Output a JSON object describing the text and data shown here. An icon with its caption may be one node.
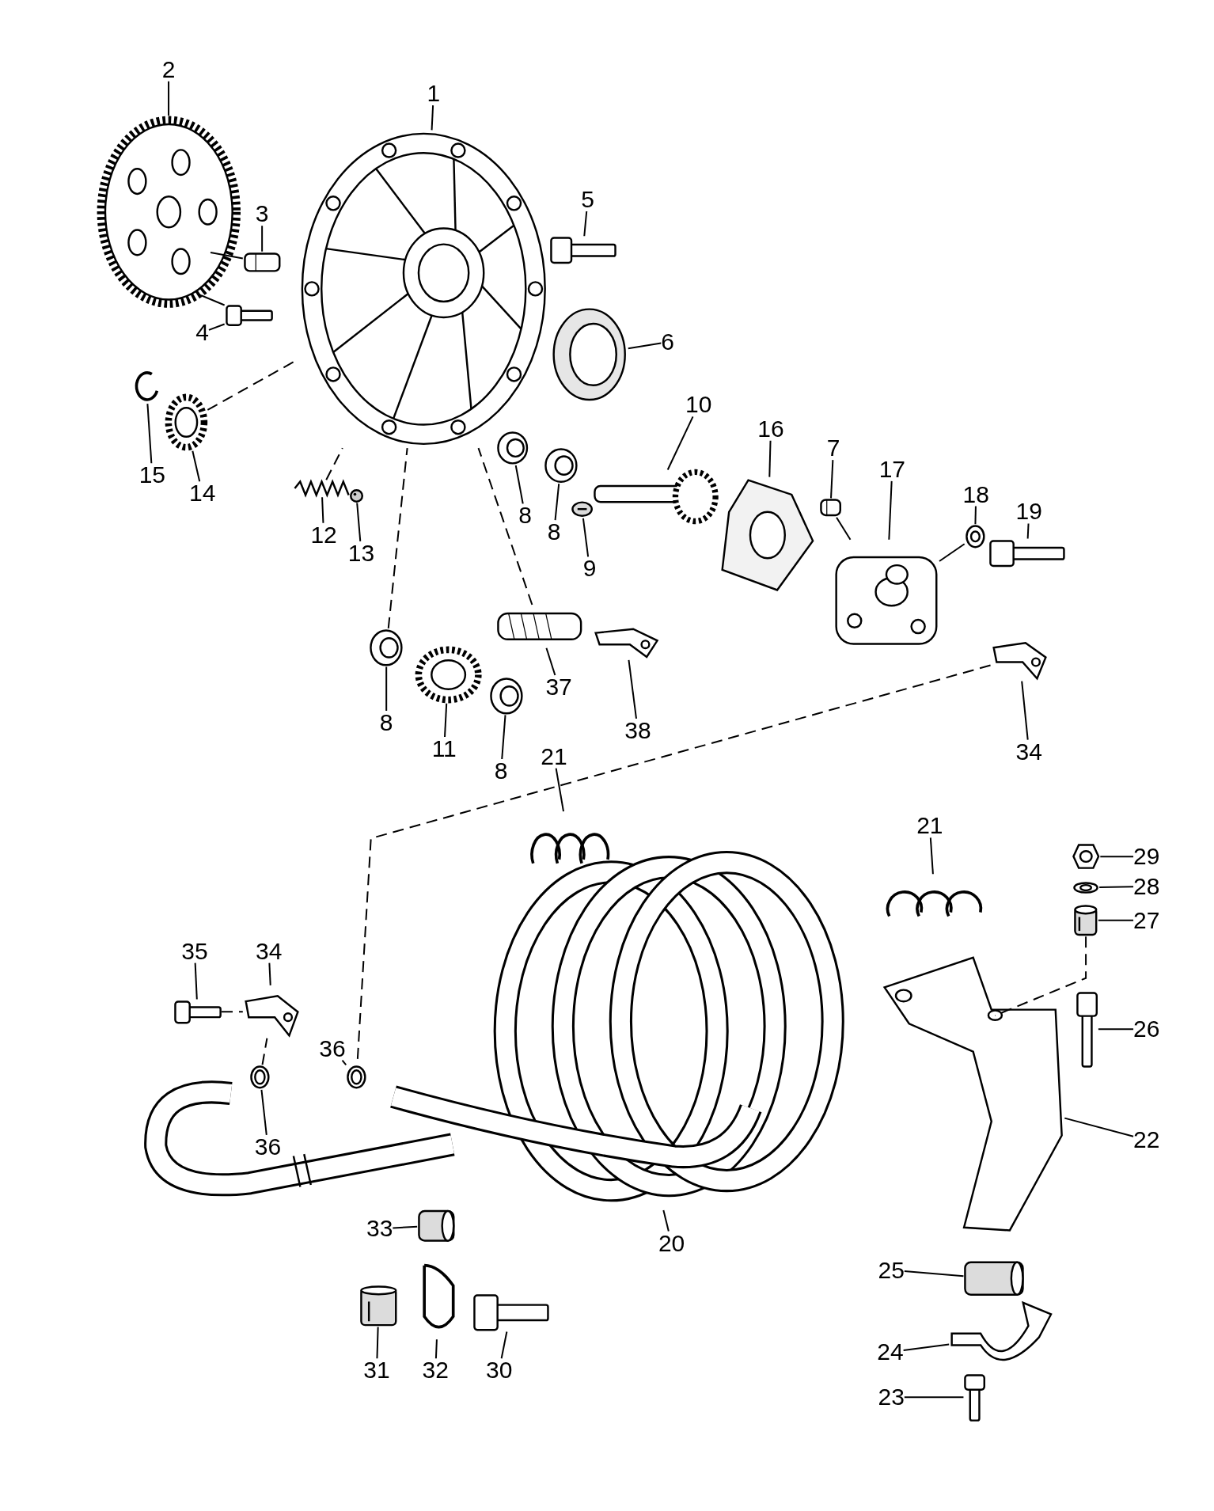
{
  "diagram": {
    "nodes": [
      {
        "text": [
          "1"
        ]
      },
      {
        "text": [],
        "shape": "picture"
      },
      {
        "text": [
          "2"
        ]
      },
      {
        "text": [],
        "shape": "picture"
      },
      {
        "text": [
          "3"
        ]
      },
      {
        "text": [],
        "shape": "picture"
      },
      {
        "text": [
          "4"
        ]
      },
      {
        "text": [],
        "shape": "picture"
      },
      {
        "text": [
          "5"
        ]
      },
      {
        "text": [],
        "shape": "picture"
      },
      {
        "text": [
          "6"
        ]
      },
      {
        "text": [],
        "shape": "picture"
      },
      {
        "text": [
          "7"
        ]
      },
      {
        "text": [],
        "shape": "picture"
      },
      {
        "text": [
          "8"
        ]
      },
      {
        "text": [],
        "shape": "picture"
      },
      {
        "text": [
          "8"
        ]
      },
      {
        "text": [],
        "shape": "picture"
      },
      {
        "text": [
          "9"
        ]
      },
      {
        "text": [],
        "shape": "picture"
      },
      {
        "text": [
          "10"
        ]
      },
      {
        "text": [],
        "shape": "picture"
      },
      {
        "text": [
          "11"
        ]
      },
      {
        "text": [],
        "shape": "picture"
      },
      {
        "text": [
          "12"
        ]
      },
      {
        "text": [],
        "shape": "picture"
      },
      {
        "text": [
          "13"
        ]
      },
      {
        "text": [],
        "shape": "picture"
      },
      {
        "text": [
          "14"
        ]
      },
      {
        "text": [],
        "shape": "picture"
      },
      {
        "text": [
          "15"
        ]
      },
      {
        "text": [],
        "shape": "picture"
      },
      {
        "text": [
          "16"
        ]
      },
      {
        "text": [],
        "shape": "picture"
      },
      {
        "text": [
          "17"
        ]
      },
      {
        "text": [],
        "shape": "picture"
      },
      {
        "text": [
          "18"
        ]
      },
      {
        "text": [],
        "shape": "picture"
      },
      {
        "text": [
          "19"
        ]
      },
      {
        "text": [],
        "shape": "picture"
      },
      {
        "text": [
          "20"
        ]
      },
      {
        "text": [],
        "shape": "picture"
      },
      {
        "text": [
          "21"
        ]
      },
      {
        "text": [],
        "shape": "picture"
      },
      {
        "text": [
          "21"
        ]
      },
      {
        "text": [],
        "shape": "picture"
      },
      {
        "text": [
          "22"
        ]
      },
      {
        "text": [],
        "shape": "picture"
      },
      {
        "text": [
          "23"
        ]
      },
      {
        "text": [],
        "shape": "picture"
      },
      {
        "text": [
          "24"
        ]
      },
      {
        "text": [],
        "shape": "picture"
      },
      {
        "text": [
          "25"
        ]
      },
      {
        "text": [],
        "shape": "picture"
      },
      {
        "text": [
          "26"
        ]
      },
      {
        "text": [],
        "shape": "picture"
      },
      {
        "text": [
          "27"
        ]
      },
      {
        "text": [],
        "shape": "picture"
      },
      {
        "text": [
          "28"
        ]
      },
      {
        "text": [],
        "shape": "picture"
      },
      {
        "text": [
          "29"
        ]
      },
      {
        "text": [],
        "shape": "picture"
      },
      {
        "text": [
          "30"
        ]
      },
      {
        "text": [],
        "shape": "picture"
      },
      {
        "text": [
          "31"
        ]
      },
      {
        "text": [],
        "shape": "picture"
      },
      {
        "text": [
          "32"
        ]
      },
      {
        "text": [],
        "shape": "picture"
      },
      {
        "text": [
          "33"
        ]
      },
      {
        "text": [],
        "shape": "picture"
      },
      {
        "text": [
          "34"
        ]
      },
      {
        "text": [],
        "shape": "picture"
      },
      {
        "text": [
          "34"
        ]
      },
      {
        "text": [],
        "shape": "picture"
      },
      {
        "text": [
          "35"
        ]
      },
      {
        "text": [],
        "shape": "picture"
      },
      {
        "text": [
          "36"
        ]
      },
      {
        "text": [],
        "shape": "picture"
      },
      {
        "text": [
          "36"
        ]
      },
      {
        "text": [],
        "shape": "picture"
      },
      {
        "text": [
          "37"
        ]
      },
      {
        "text": [],
        "shape": "picture"
      },
      {
        "text": [
          "38"
        ]
      },
      {
        "text": [],
        "shape": "picture"
      },
      {
        "text": [
          "8"
        ]
      },
      {
        "text": [],
        "shape": "picture"
      },
      {
        "text": [
          "8"
        ]
      },
      {
        "text": [],
        "shape": "picture"
      }
    ],
    "edges": [
      {
        "from": 0,
        "to": 1,
        "arrow": "none"
      },
      {
        "from": 2,
        "to": 3,
        "arrow": "none"
      },
      {
        "from": 4,
        "to": 5,
        "arrow": "none"
      },
      {
        "from": 6,
        "to": 7,
        "arrow": "none"
      },
      {
        "from": 8,
        "to": 9,
        "arrow": "none"
      },
      {
        "from": 10,
        "to": 11,
        "arrow": "none"
      },
      {
        "from": 12,
        "to": 13,
        "arrow": "none"
      },
      {
        "from": 14,
        "to": 15,
        "arrow": "none"
      },
      {
        "from": 16,
        "to": 17,
        "arrow": "none"
      },
      {
        "from": 18,
        "to": 19,
        "arrow": "none"
      },
      {
        "from": 20,
        "to": 21,
        "arrow": "none"
      },
      {
        "from": 22,
        "to": 23,
        "arrow": "none"
      },
      {
        "from": 24,
        "to": 25,
        "arrow": "none"
      },
      {
        "from": 26,
        "to": 27,
        "arrow": "none"
      },
      {
        "from": 28,
        "to": 29,
        "arrow": "none"
      },
      {
        "from": 30,
        "to": 31,
        "arrow": "none"
      },
      {
        "from": 32,
        "to": 33,
        "arrow": "none"
      },
      {
        "from": 34,
        "to": 35,
        "arrow": "none"
      },
      {
        "from": 36,
        "to": 37,
        "arrow": "none"
      },
      {
        "from": 38,
        "to": 39,
        "arrow": "none"
      },
      {
        "from": 40,
        "to": 41,
        "arrow": "none"
      },
      {
        "from": 42,
        "to": 43,
        "arrow": "none"
      },
      {
        "from": 44,
        "to": 45,
        "arrow": "none"
      },
      {
        "from": 46,
        "to": 47,
        "arrow": "none"
      },
      {
        "from": 48,
        "to": 49,
        "arrow": "none"
      },
      {
        "from": 50,
        "to": 51,
        "arrow": "none"
      },
      {
        "from": 52,
        "to": 53,
        "arrow": "none"
      },
      {
        "from": 54,
        "to": 55,
        "arrow": "none"
      },
      {
        "from": 56,
        "to": 57,
        "arrow": "none"
      },
      {
        "from": 58,
        "to": 59,
        "arrow": "none"
      },
      {
        "from": 60,
        "to": 61,
        "arrow": "none"
      },
      {
        "from": 62,
        "to": 63,
        "arrow": "none"
      },
      {
        "from": 64,
        "to": 65,
        "arrow": "none"
      },
      {
        "from": 66,
        "to": 67,
        "arrow": "none"
      },
      {
        "from": 68,
        "to": 69,
        "arrow": "none"
      },
      {
        "from": 70,
        "to": 71,
        "arrow": "none"
      },
      {
        "from": 72,
        "to": 73,
        "arrow": "none"
      },
      {
        "from": 74,
        "to": 75,
        "arrow": "none"
      },
      {
        "from": 76,
        "to": 77,
        "arrow": "none"
      },
      {
        "from": 78,
        "to": 79,
        "arrow": "none"
      },
      {
        "from": 80,
        "to": 81,
        "arrow": "none"
      },
      {
        "from": 82,
        "to": 83,
        "arrow": "none"
      },
      {
        "from": 84,
        "to": 85,
        "arrow": "none"
      },
      {
        "from": 86,
        "to": 87,
        "arrow": "none"
      },
      {
        "from": 29,
        "to": 1,
        "arrow": "none",
        "style": "dashed"
      },
      {
        "from": 25,
        "to": 1,
        "arrow": "none",
        "style": "dashed"
      },
      {
        "from": 85,
        "to": 1,
        "arrow": "none",
        "style": "dashed"
      },
      {
        "from": 81,
        "to": 1,
        "arrow": "none",
        "style": "dashed"
      },
      {
        "from": 71,
        "to": 77,
        "arrow": "none",
        "style": "dashed"
      },
      {
        "from": 75,
        "to": 73,
        "arrow": "none",
        "style": "dashed"
      },
      {
        "from": 79,
        "to": 73,
        "arrow": "none",
        "style": "dashed"
      },
      {
        "from": 57,
        "to": 47,
        "arrow": "none",
        "style": "dashed"
      },
      {
        "from": 5,
        "to": 3,
        "arrow": "none"
      },
      {
        "from": 7,
        "to": 3,
        "arrow": "none"
      },
      {
        "from": 13,
        "to": 35,
        "arrow": "none"
      },
      {
        "from": 37,
        "to": 35,
        "arrow": "none"
      }
    ]
  }
}
